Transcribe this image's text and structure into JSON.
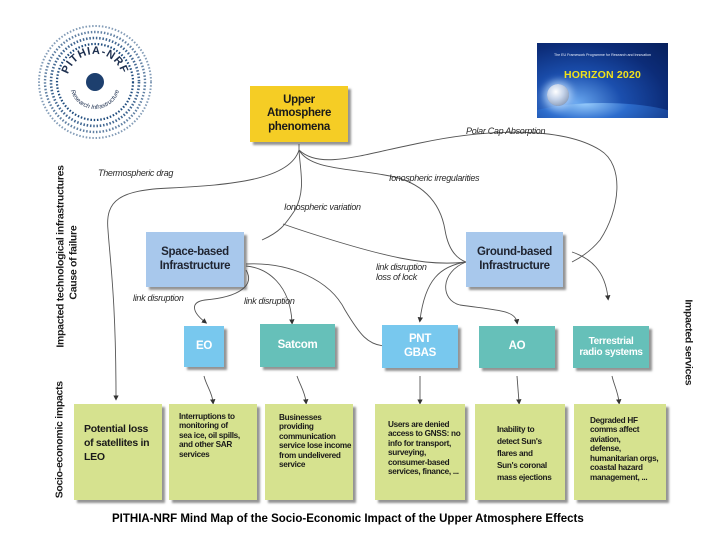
{
  "logos": {
    "left": {
      "icon": "pithia-nrf-logo",
      "title": "PITHIA-NRF",
      "subtitle": "Research Infrastructure"
    },
    "right": {
      "icon": "horizon-2020-logo",
      "subtitle": "The EU Framework Programme for Research and Innovation",
      "title": "HORIZON 2020"
    }
  },
  "axis_labels": {
    "left_top_line1": "Impacted technological infrastructures",
    "left_top_line2": "Cause of failure",
    "left_bottom": "Socio-economic impacts",
    "right": "Impacted services"
  },
  "nodes": {
    "root": {
      "line1": "Upper Atmosphere",
      "line2": "phenomena",
      "color": "#f5cd25"
    },
    "space": {
      "line1": "Space-based",
      "line2": "Infrastructure",
      "color": "#a8c8ec"
    },
    "ground": {
      "line1": "Ground-based",
      "line2": "Infrastructure",
      "color": "#a8c8ec"
    },
    "services": [
      {
        "id": "eo",
        "line1": "EO",
        "line2": "",
        "color": "#78c8ee"
      },
      {
        "id": "satcom",
        "line1": "Satcom",
        "line2": "",
        "color": "#66c0b9"
      },
      {
        "id": "pnt",
        "line1": "PNT",
        "line2": "GBAS",
        "color": "#78c8ee"
      },
      {
        "id": "ao",
        "line1": "AO",
        "line2": "",
        "color": "#66c0b9"
      },
      {
        "id": "terrestrial",
        "line1": "Terrestrial",
        "line2": "radio systems",
        "color": "#66c0b9"
      }
    ],
    "impacts": [
      {
        "id": "leo",
        "lines": [
          "Potential loss",
          "of satellites in",
          "LEO"
        ]
      },
      {
        "id": "eo-impact",
        "lines": [
          "Interruptions to",
          "monitoring of",
          "sea ice, oil spills,",
          "and other SAR",
          "services"
        ]
      },
      {
        "id": "satcom-impact",
        "lines": [
          "Businesses",
          "providing",
          "communication",
          "service lose income",
          "from undelivered",
          "service"
        ]
      },
      {
        "id": "pnt-impact",
        "lines": [
          "Users are denied",
          "access to GNSS: no",
          "info for transport,",
          "surveying,",
          "consumer-based",
          "services, finance, ..."
        ]
      },
      {
        "id": "ao-impact",
        "lines": [
          "Inability to",
          "detect Sun's",
          "flares and",
          "Sun's coronal",
          "mass ejections"
        ]
      },
      {
        "id": "terrestrial-impact",
        "lines": [
          "Degraded HF",
          "comms affect",
          "aviation,",
          "defense,",
          "humanitarian orgs,",
          "coastal hazard",
          "management, ..."
        ]
      }
    ],
    "impact_color": "#d6e28f"
  },
  "edge_labels": {
    "thermospheric_drag": "Thermospheric drag",
    "polar_cap_absorption": "Polar Cap Absorption",
    "ionospheric_irregularities": "Ionospheric irregularities",
    "ionospheric_variation": "Ionospheric variation",
    "link_disruption_eo": "link disruption",
    "link_disruption_satcom": "link disruption",
    "link_disruption_pnt_line1": "link disruption",
    "link_disruption_pnt_line2": "loss of lock"
  },
  "caption": "PITHIA-NRF Mind Map of the Socio-Economic Impact of the Upper Atmosphere Effects"
}
